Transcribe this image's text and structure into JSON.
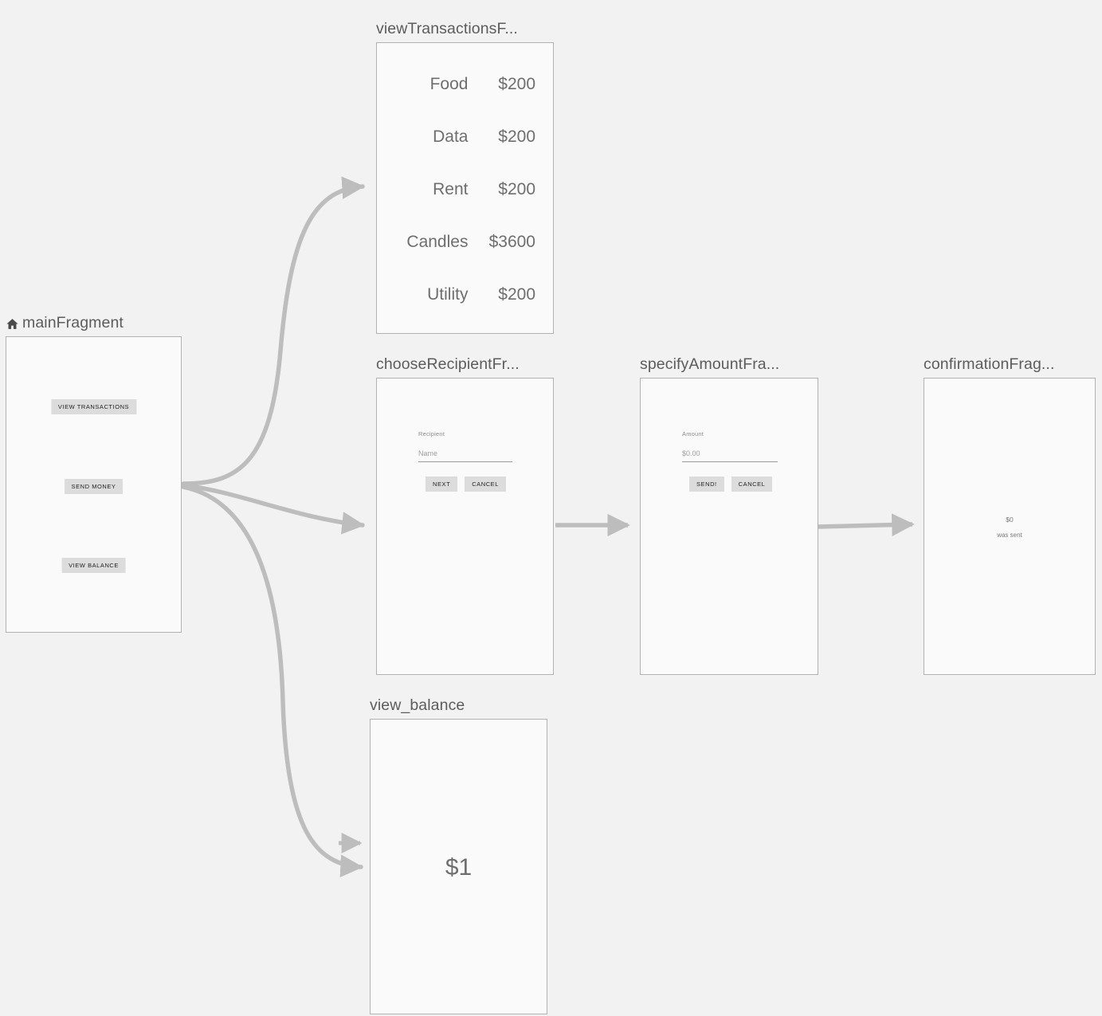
{
  "canvas": {
    "background": "#f2f2f2",
    "frame_fill": "#fafafa",
    "frame_border": "#b2b2b2",
    "edge_color": "#bdbdbd",
    "title_color": "#5c5c5c",
    "button_fill": "#dcdcdc"
  },
  "nodes": {
    "main": {
      "title": "mainFragment",
      "start_icon": "home-icon",
      "buttons": [
        {
          "label": "VIEW TRANSACTIONS"
        },
        {
          "label": "SEND MONEY"
        },
        {
          "label": "VIEW BALANCE"
        }
      ]
    },
    "view_transactions": {
      "title": "viewTransactionsF...",
      "rows": [
        {
          "label": "Food",
          "amount": "$200"
        },
        {
          "label": "Data",
          "amount": "$200"
        },
        {
          "label": "Rent",
          "amount": "$200"
        },
        {
          "label": "Candles",
          "amount": "$3600"
        },
        {
          "label": "Utility",
          "amount": "$200"
        }
      ]
    },
    "choose_recipient": {
      "title": "chooseRecipientFr...",
      "field_label": "Recipient",
      "field_placeholder": "Name",
      "primary_button": "NEXT",
      "secondary_button": "CANCEL"
    },
    "specify_amount": {
      "title": "specifyAmountFra...",
      "field_label": "Amount",
      "field_placeholder": "$0.00",
      "primary_button": "SEND!",
      "secondary_button": "CANCEL"
    },
    "confirmation": {
      "title": "confirmationFrag...",
      "amount": "$0",
      "subtitle": "was sent"
    },
    "view_balance": {
      "title": "view_balance",
      "amount": "$1"
    }
  }
}
